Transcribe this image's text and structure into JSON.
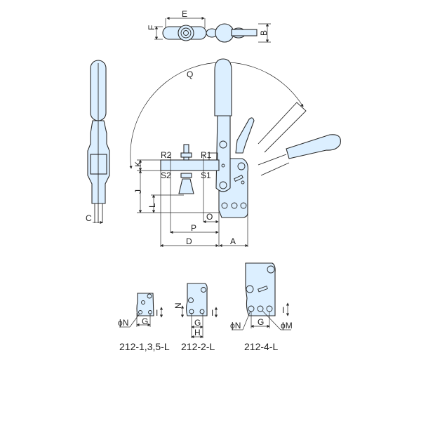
{
  "title": "Vertical toggle clamp dimension drawing",
  "dimensions": {
    "A": "A",
    "B": "B",
    "C": "C",
    "D": "D",
    "E": "E",
    "F": "F",
    "G": "G",
    "H": "H",
    "I": "I",
    "J": "J",
    "K": "K",
    "L": "L",
    "N": "N",
    "O": "O",
    "P": "P",
    "Q": "Q",
    "R1": "R1",
    "R2": "R2",
    "S1": "S1",
    "S2": "S2",
    "phiN": "ϕN",
    "phiM": "ϕM"
  },
  "variants": [
    {
      "label": "212-1,3,5-L"
    },
    {
      "label": "212-2-L"
    },
    {
      "label": "212-4-L"
    }
  ],
  "colors": {
    "part_fill": "#dcefff",
    "line": "#2a2a2a"
  }
}
